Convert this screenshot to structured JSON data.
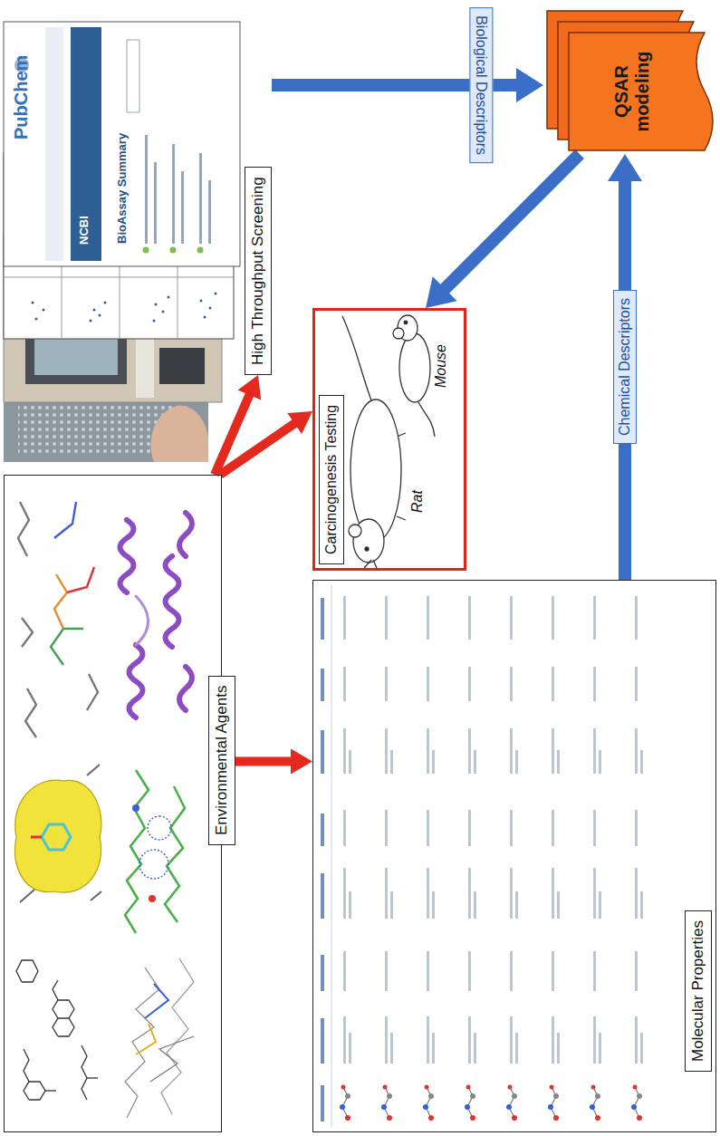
{
  "diagram": {
    "nodes": [
      {
        "text": [
          "Environmental Agents"
        ]
      },
      {
        "text": [
          "High Throughput Screening"
        ]
      },
      {
        "text": [
          "Carcinogenesis Testing"
        ]
      },
      {
        "text": [
          "QSAR modeling"
        ]
      },
      {
        "text": [
          "Molecular Properties"
        ]
      }
    ],
    "edges": [
      {
        "from": 0,
        "to": 1,
        "arrow": "to"
      },
      {
        "from": 0,
        "to": 2,
        "arrow": "to"
      },
      {
        "from": 0,
        "to": 4,
        "arrow": "to"
      },
      {
        "from": 1,
        "to": 3,
        "label": "Biological Descriptors",
        "arrow": "to"
      },
      {
        "from": 3,
        "to": 2,
        "arrow": "to"
      },
      {
        "from": 4,
        "to": 3,
        "label": "Chemical Descriptors",
        "arrow": "to"
      }
    ],
    "labels": [
      "Rat",
      "Mouse",
      "PubChem",
      "NCBI",
      "BioAssay Summary"
    ]
  }
}
